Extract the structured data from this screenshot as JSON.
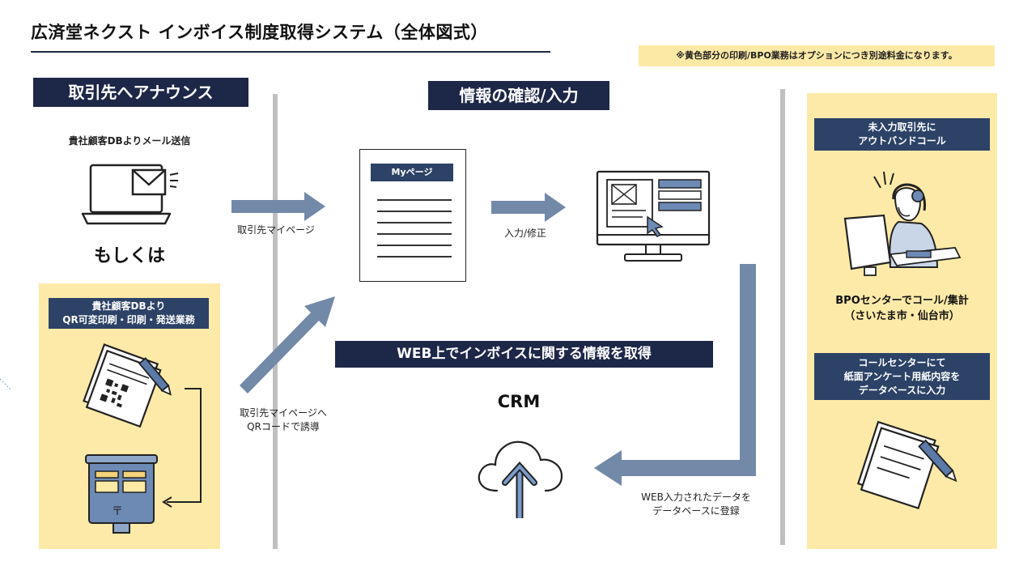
{
  "title": "広済堂ネクスト インボイス制度取得システム（全体図式）",
  "note": "※黄色部分の印刷/BPO業務はオプションにつき別途料金になります。",
  "left": {
    "header": "取引先へアナウンス",
    "email_label": "貴社顧客DBよりメール送信",
    "or_label": "もしくは",
    "qr_panel_title": [
      "貴社顧客DBより",
      "QR可変印刷・印刷・発送業務"
    ]
  },
  "arrows": {
    "mypage": "取引先マイページ",
    "qr_redirect": [
      "取引先マイページへ",
      "QRコードで誘導"
    ],
    "input_edit": "入力/修正",
    "web_register": [
      "WEB入力されたデータを",
      "データベースに登録"
    ]
  },
  "center": {
    "header": "情報の確認/入力",
    "doc_title": "Myページ",
    "web_banner": "WEB上でインボイスに関する情報を取得",
    "crm": "CRM"
  },
  "right": {
    "outbound_title": [
      "未入力取引先に",
      "アウトバンドコール"
    ],
    "bpo_label": [
      "BPOセンターでコール/集計",
      "（さいたま市・仙台市）"
    ],
    "callcenter_title": [
      "コールセンターにて",
      "紙面アンケート用紙内容を",
      "データベースに入力"
    ]
  },
  "colors": {
    "navy": "#1d2748",
    "panel_blue": "#2c4266",
    "arrow_blue": "#7289a8",
    "yellow": "#fdeaa8",
    "divider": "#bfbfbf"
  },
  "icons": [
    "laptop-mail-icon",
    "qr-document-icon",
    "postbox-icon",
    "document-icon",
    "monitor-layout-icon",
    "cloud-upload-icon",
    "operator-icon",
    "paper-pen-icon"
  ]
}
